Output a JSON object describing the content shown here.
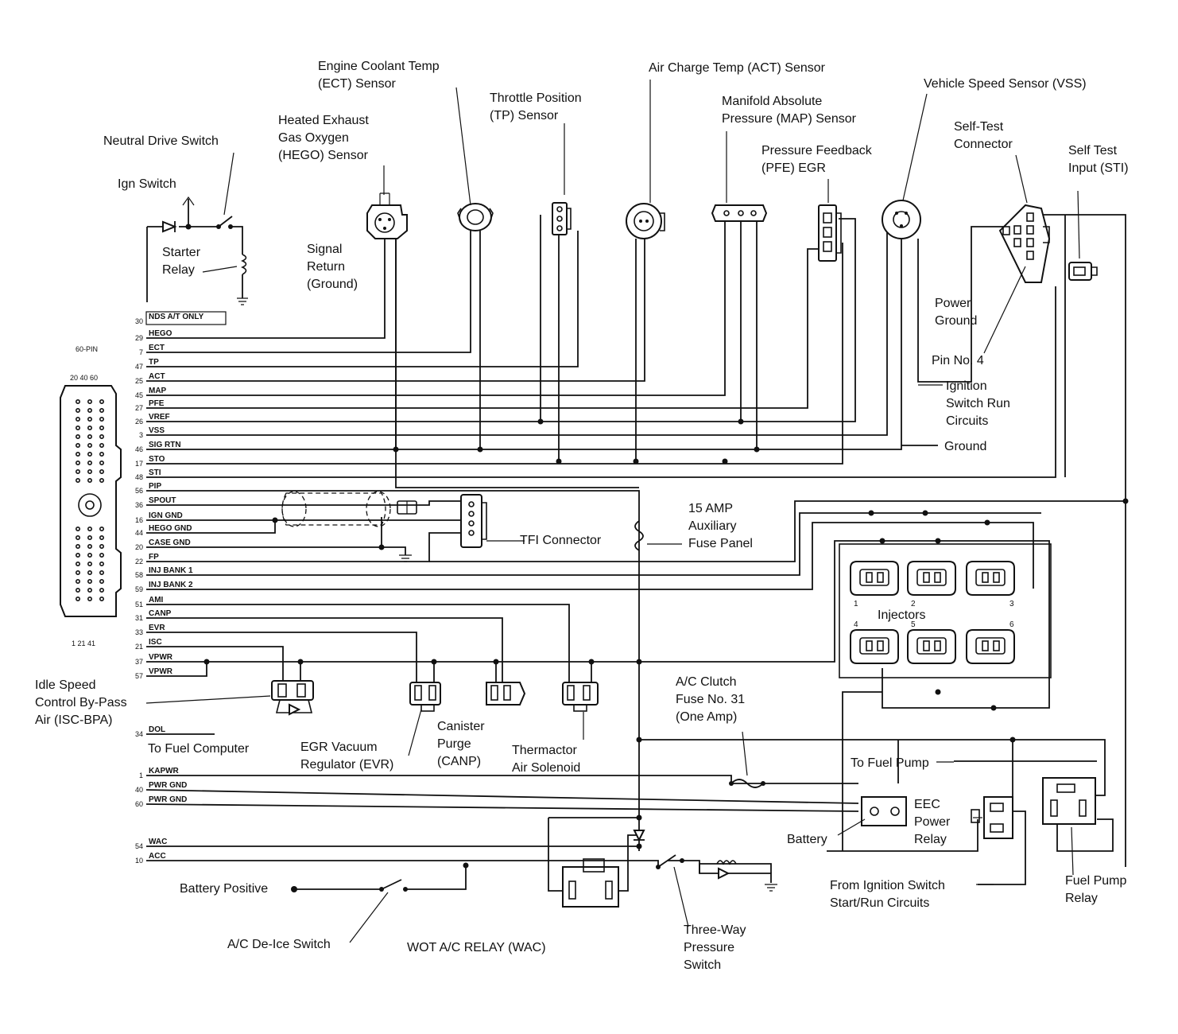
{
  "components": {
    "ect_sensor": [
      "Engine Coolant Temp",
      "(ECT) Sensor"
    ],
    "act_sensor": [
      "Air Charge Temp (ACT) Sensor"
    ],
    "vss_sensor": [
      "Vehicle Speed Sensor (VSS)"
    ],
    "tp_sensor": [
      "Throttle Position",
      "(TP) Sensor"
    ],
    "map_sensor": [
      "Manifold Absolute",
      "Pressure (MAP) Sensor"
    ],
    "hego_sensor": [
      "Heated Exhaust",
      "Gas Oxygen",
      "(HEGO) Sensor"
    ],
    "pfe_egr": [
      "Pressure Feedback",
      "(PFE) EGR"
    ],
    "self_test_connector": [
      "Self-Test",
      "Connector"
    ],
    "neutral_drive_switch": [
      "Neutral Drive Switch"
    ],
    "self_test_input": [
      "Self Test",
      "Input (STI)"
    ],
    "ign_switch": [
      "Ign Switch"
    ],
    "starter_relay": [
      "Starter",
      "Relay"
    ],
    "signal_return": [
      "Signal",
      "Return",
      "(Ground)"
    ],
    "power_ground": [
      "Power",
      "Ground"
    ],
    "pin_no_4": [
      "Pin No. 4"
    ],
    "ignition_switch_run": [
      "Ignition",
      "Switch Run",
      "Circuits"
    ],
    "ground": [
      "Ground"
    ],
    "connector_60pin": "60-PIN",
    "connector_top_pins": "20 40 60",
    "connector_bottom_pins": "1 21 41",
    "tfi_connector": [
      "TFI Connector"
    ],
    "aux_fuse_panel": [
      "15 AMP",
      "Auxiliary",
      "Fuse Panel"
    ],
    "injectors": "Injectors",
    "injector_numbers": [
      "1",
      "2",
      "3",
      "4",
      "5",
      "6"
    ],
    "isc_bpa": [
      "Idle Speed",
      "Control By-Pass",
      "Air (ISC-BPA)"
    ],
    "to_fuel_computer": "To Fuel Computer",
    "evr": [
      "EGR Vacuum",
      "Regulator (EVR)"
    ],
    "canp": [
      "Canister",
      "Purge",
      "(CANP)"
    ],
    "thermactor": [
      "Thermactor",
      "Air Solenoid"
    ],
    "ac_clutch_fuse": [
      "A/C Clutch",
      "Fuse No. 31",
      "(One Amp)"
    ],
    "to_fuel_pump": "To Fuel Pump",
    "eec_power_relay": [
      "EEC",
      "Power",
      "Relay"
    ],
    "battery": "Battery",
    "battery_positive": "Battery Positive",
    "from_ignition_switch": [
      "From Ignition Switch",
      "Start/Run Circuits"
    ],
    "fuel_pump_relay": [
      "Fuel Pump",
      "Relay"
    ],
    "ac_deice_switch": "A/C De-Ice Switch",
    "wot_ac_relay": "WOT A/C RELAY (WAC)",
    "three_way_pressure_switch": [
      "Three-Way",
      "Pressure",
      "Switch"
    ]
  },
  "signals": [
    {
      "pin": "30",
      "name": "NDS A/T ONLY"
    },
    {
      "pin": "29",
      "name": "HEGO"
    },
    {
      "pin": "7",
      "name": "ECT"
    },
    {
      "pin": "47",
      "name": "TP"
    },
    {
      "pin": "25",
      "name": "ACT"
    },
    {
      "pin": "45",
      "name": "MAP"
    },
    {
      "pin": "27",
      "name": "PFE"
    },
    {
      "pin": "26",
      "name": "VREF"
    },
    {
      "pin": "3",
      "name": "VSS"
    },
    {
      "pin": "46",
      "name": "SIG RTN"
    },
    {
      "pin": "17",
      "name": "STO"
    },
    {
      "pin": "48",
      "name": "STI"
    },
    {
      "pin": "56",
      "name": "PIP"
    },
    {
      "pin": "36",
      "name": "SPOUT"
    },
    {
      "pin": "16",
      "name": "IGN GND"
    },
    {
      "pin": "44",
      "name": "HEGO GND"
    },
    {
      "pin": "20",
      "name": "CASE GND"
    },
    {
      "pin": "22",
      "name": "FP"
    },
    {
      "pin": "58",
      "name": "INJ BANK 1"
    },
    {
      "pin": "59",
      "name": "INJ BANK 2"
    },
    {
      "pin": "51",
      "name": "AMI"
    },
    {
      "pin": "31",
      "name": "CANP"
    },
    {
      "pin": "33",
      "name": "EVR"
    },
    {
      "pin": "21",
      "name": "ISC"
    },
    {
      "pin": "37",
      "name": "VPWR"
    },
    {
      "pin": "57",
      "name": "VPWR"
    },
    {
      "pin": "34",
      "name": "DOL"
    },
    {
      "pin": "1",
      "name": "KAPWR"
    },
    {
      "pin": "40",
      "name": "PWR GND"
    },
    {
      "pin": "60",
      "name": "PWR GND"
    },
    {
      "pin": "54",
      "name": "WAC"
    },
    {
      "pin": "10",
      "name": "ACC"
    }
  ]
}
